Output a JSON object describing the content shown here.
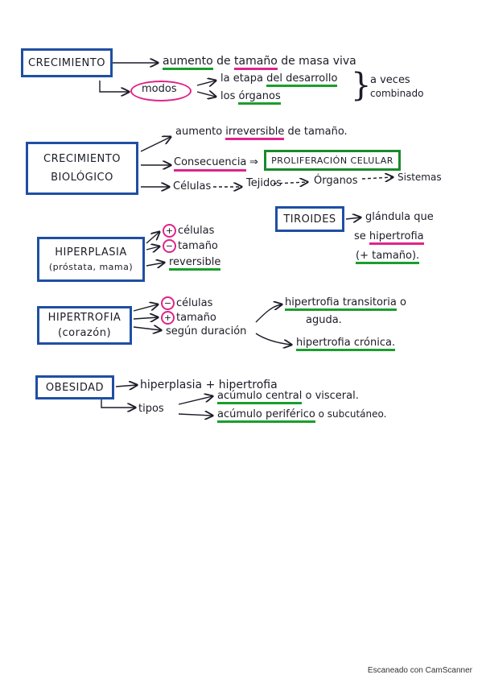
{
  "crecimiento": {
    "box": "CRECIMIENTO",
    "def_pre": "aumento",
    "def_mid": " de ",
    "def_hl": "tamaño",
    "def_post": " de masa viva",
    "modos": "modos",
    "mode1_pre": "la etapa ",
    "mode1_hl": "del desarrollo",
    "mode2_pre": "los ",
    "mode2_hl": "órganos",
    "combined1": "a veces",
    "combined2": "combinado"
  },
  "biologico": {
    "box_line1": "CRECIMIENTO",
    "box_line2": "BIOLÓGICO",
    "l1_pre": "aumento ",
    "l1_hl": "irreversible",
    "l1_post": " de tamaño.",
    "l2": "Consecuencia",
    "l2_box": "PROLIFERACIÓN CELULAR",
    "l3_cells": "Células",
    "l3_tissues": "Tejidos",
    "l3_organs": "Órganos",
    "l3_systems": "Sistemas"
  },
  "tiroides": {
    "box": "TIROIDES",
    "l1": "glándula que",
    "l2_pre": "se ",
    "l2_hl": "hipertrofia",
    "l3": "(+ tamaño)."
  },
  "hiperplasia": {
    "box_line1": "HIPERPLASIA",
    "box_line2": "(próstata, mama)",
    "l1_sign": "+",
    "l1": "células",
    "l2_sign": "−",
    "l2": "tamaño",
    "l3": "reversible"
  },
  "hipertrofia": {
    "box_line1": "HIPERTROFIA",
    "box_line2": "(corazón)",
    "l1_sign": "−",
    "l1": "células",
    "l2_sign": "+",
    "l2": "tamaño",
    "l3": "según duración",
    "r1_hl": "hipertrofia transitoria",
    "r1_post": " o",
    "r1b": "aguda.",
    "r2": "hipertrofia crónica."
  },
  "obesidad": {
    "box": "OBESIDAD",
    "l1": "hiperplasia + hipertrofia",
    "l2": "tipos",
    "t1_hl": "acúmulo central",
    "t1_post": " o visceral.",
    "t2_hl": "acúmulo periférico",
    "t2_post": " o subcutáneo."
  },
  "footer": "Escaneado con CamScanner"
}
